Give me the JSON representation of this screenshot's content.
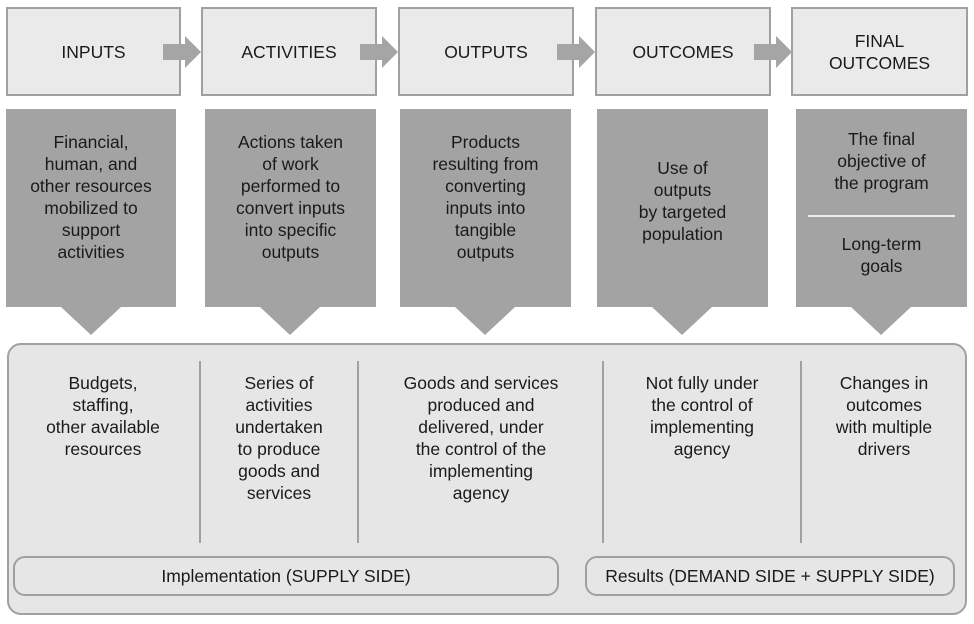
{
  "stages": [
    "INPUTS",
    "ACTIVITIES",
    "OUTPUTS",
    "OUTCOMES",
    "FINAL\nOUTCOMES"
  ],
  "descriptions": [
    "Financial,\nhuman, and\nother resources\nmobilized to\nsupport\nactivities",
    "Actions taken\nof work\nperformed to\nconvert inputs\ninto specific\noutputs",
    "Products\nresulting from\nconverting\ninputs into\ntangible\noutputs",
    "Use of\noutputs\nby targeted\npopulation"
  ],
  "final": {
    "top": "The final\nobjective of\nthe program",
    "bottom": "Long-term\ngoals"
  },
  "columns": [
    "Budgets,\nstaffing,\nother available\nresources",
    "Series of\nactivities\nundertaken\nto produce\ngoods and\nservices",
    "Goods and services\nproduced and\ndelivered, under\nthe control of the\nimplementing\nagency",
    "Not fully under\nthe control of\nimplementing\nagency",
    "Changes in\noutcomes\nwith multiple\ndrivers"
  ],
  "footer": {
    "implementation": "Implementation (SUPPLY SIDE)",
    "results": "Results (DEMAND SIDE + SUPPLY SIDE)"
  }
}
